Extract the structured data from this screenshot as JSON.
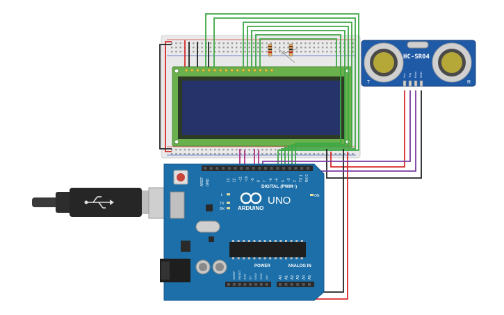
{
  "arduino": {
    "brand": "ARDUINO",
    "model": "UNO",
    "digital_label": "DIGITAL (PWM~)",
    "analog_label": "ANALOG IN",
    "power_label": "POWER",
    "on_label": "ON",
    "l_label": "L",
    "tx_label": "TX",
    "rx_label": "RX",
    "aref_label": "AREF",
    "gnd_label": "GND",
    "digital_pins": [
      "13",
      "12",
      "~11",
      "~10",
      "~9",
      "8",
      "7",
      "~6",
      "~5",
      "4",
      "~3",
      "2",
      "TX 1",
      "RX 0"
    ],
    "power_pins": [
      "IOREF",
      "RESET",
      "3.3V",
      "5V",
      "GND",
      "GND",
      "Vin"
    ],
    "analog_pins": [
      "A0",
      "A1",
      "A2",
      "A3",
      "A4",
      "A5"
    ]
  },
  "sensor": {
    "name": "HC-SR04",
    "left_mark": "T",
    "right_mark": "R",
    "pins": [
      "Vcc",
      "Trig",
      "Echo",
      "GND"
    ]
  },
  "colors": {
    "arduino_board": "#1c6fa8",
    "lcd_board": "#6ab04c",
    "lcd_screen": "#26336b",
    "sensor_board": "#1f5aa6",
    "wire_green": "#3ca844",
    "wire_red": "#d62a2a",
    "wire_black": "#222222",
    "wire_purple": "#7a3aa0",
    "wire_magenta": "#b0308a"
  }
}
